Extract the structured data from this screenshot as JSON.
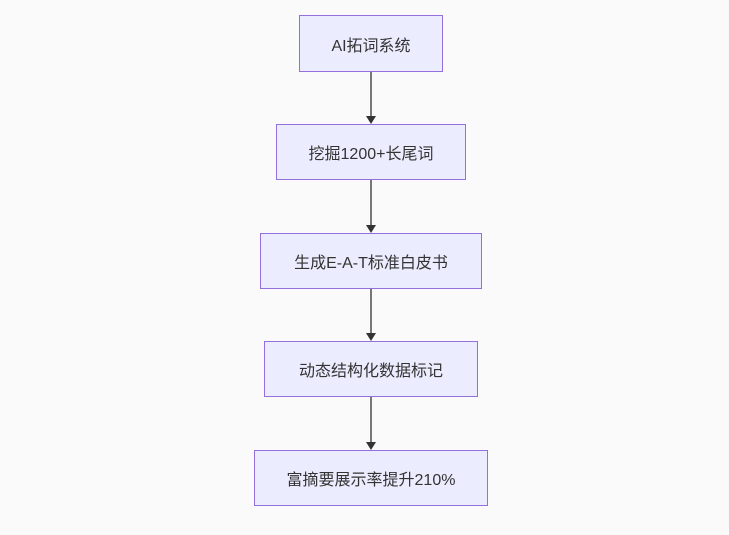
{
  "diagram": {
    "type": "flowchart-top-down",
    "background_color": "#fafafa",
    "node_fill_color": "#ececff",
    "node_border_color": "#9370db",
    "node_text_color": "#333333",
    "edge_color": "#333333",
    "nodes": [
      {
        "id": "A",
        "label": "AI拓词系统"
      },
      {
        "id": "B",
        "label": "挖掘1200+长尾词"
      },
      {
        "id": "C",
        "label": "生成E-A-T标准白皮书"
      },
      {
        "id": "D",
        "label": "动态结构化数据标记"
      },
      {
        "id": "E",
        "label": "富摘要展示率提升210%"
      }
    ],
    "edges": [
      {
        "from": "A",
        "to": "B"
      },
      {
        "from": "B",
        "to": "C"
      },
      {
        "from": "C",
        "to": "D"
      },
      {
        "from": "D",
        "to": "E"
      }
    ]
  }
}
